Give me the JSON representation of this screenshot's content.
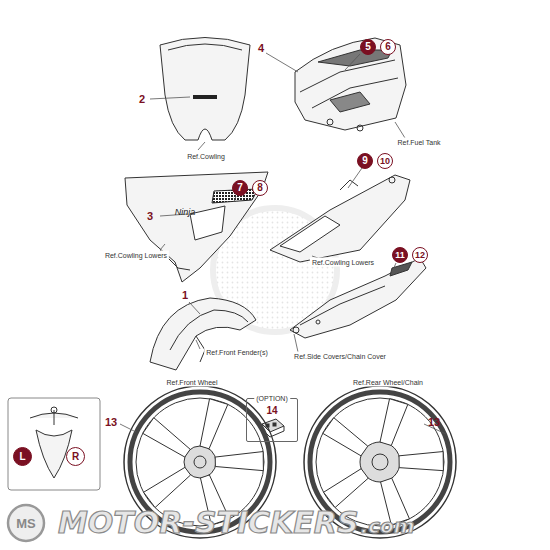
{
  "diagram": {
    "nodes": [
      {
        "text": [
          "5"
        ]
      },
      {
        "text": [
          "6"
        ]
      },
      {
        "text": [
          "9"
        ]
      },
      {
        "text": [
          "10"
        ]
      },
      {
        "text": [
          "7"
        ]
      },
      {
        "text": [
          "8"
        ]
      },
      {
        "text": [
          "11"
        ]
      },
      {
        "text": [
          "12"
        ]
      },
      {
        "text": [
          "(OPTION)",
          "14"
        ]
      },
      {
        "text": [
          "L"
        ]
      },
      {
        "text": [
          "R"
        ]
      }
    ],
    "edges": [],
    "labels": [
      "4",
      "2",
      "Ref.Fuel Tank",
      "Ref.Cowling",
      "Ninja",
      "3",
      "Ref.Cowling Lowers",
      "Ref.Cowling Lowers",
      "1",
      "Ref.Side Covers/Chain Cover",
      "Ref.Front Fender(s)",
      "Ref.Front Wheel",
      "Ref.Rear Wheel/Chain",
      "13",
      "13",
      "MS",
      "MOTOR-STICKERS",
      ".com"
    ]
  }
}
